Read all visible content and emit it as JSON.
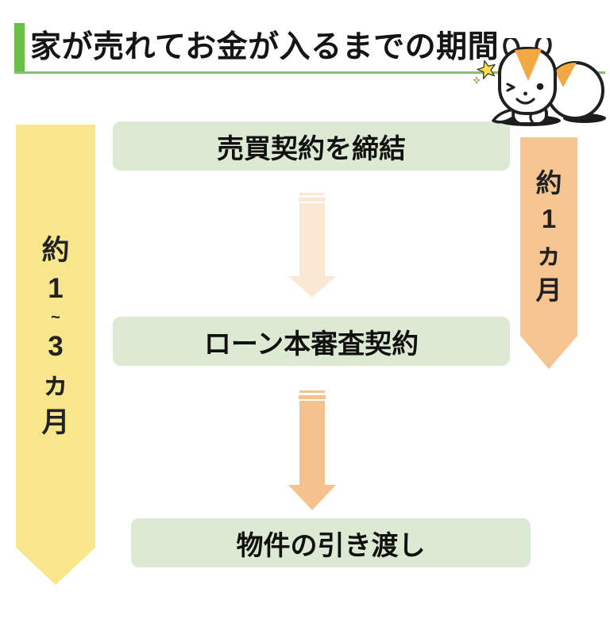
{
  "title": "家が売れてお金が入るまでの期間",
  "steps": [
    {
      "label": "売買契約を締結"
    },
    {
      "label": "ローン本審査契約"
    },
    {
      "label": "物件の引き渡し"
    }
  ],
  "banners": {
    "left": {
      "label": "約1~3ヵ月",
      "chars": [
        "約",
        "1",
        "~",
        "3",
        "ヵ",
        "月"
      ]
    },
    "right": {
      "label": "約1ヵ月",
      "chars": [
        "約",
        "1",
        "ヵ",
        "月"
      ]
    }
  },
  "icons": {
    "mascot": "winking-hamster-in-hole",
    "sparkle": "star-sparkle"
  },
  "colors": {
    "accent_green": "#69bf4a",
    "underline_green": "#8cbd6b",
    "box_green": "#dcead3",
    "banner_yellow": "#f7e68c",
    "banner_orange": "#f6c592",
    "arrow_light_peach": "#fbe8d3",
    "arrow_orange": "#f5c28e",
    "mascot_patch_orange": "#f2a843",
    "star_yellow": "#f9e24e",
    "text_black": "#161616"
  }
}
